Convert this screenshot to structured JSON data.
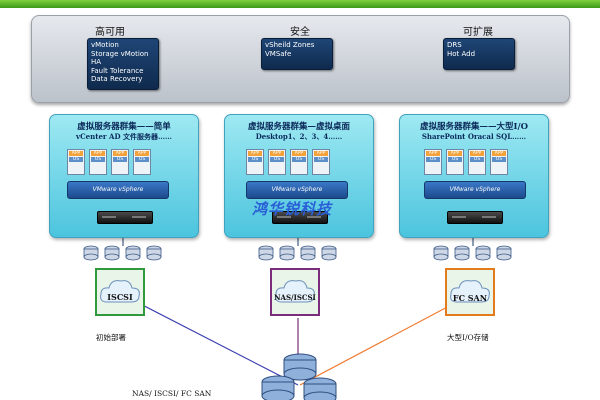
{
  "capabilities": [
    {
      "title": "高可用",
      "items": [
        "vMotion",
        "Storage vMotion",
        "HA",
        "Fault Tolerance",
        "Data Recovery"
      ]
    },
    {
      "title": "安全",
      "items": [
        "vSheild Zones",
        "VMSafe"
      ]
    },
    {
      "title": "可扩展",
      "items": [
        "DRS",
        "Hot Add"
      ]
    }
  ],
  "clusters": [
    {
      "title": "虚拟服务器群集——简单",
      "subtitle": "vCenter  AD  文件服务器……",
      "platform": "VMware vSphere",
      "vm_app": "APP",
      "vm_os": "OS"
    },
    {
      "title": "虚拟服务器群集—虚拟桌面",
      "subtitle": "Desktop1、2、3、4……",
      "platform": "VMware vSphere",
      "vm_app": "APP",
      "vm_os": "OS"
    },
    {
      "title": "虚拟服务器群集——大型I/O",
      "subtitle": "SharePoint  Oracal  SQL……",
      "platform": "VMware vSphere",
      "vm_app": "APP",
      "vm_os": "OS"
    }
  ],
  "storage": [
    {
      "label": "ISCSI",
      "border_color": "#2e9a3a"
    },
    {
      "label": "NAS/ISCSI",
      "border_color": "#7a2d7a"
    },
    {
      "label": "FC SAN",
      "border_color": "#e37b1c"
    }
  ],
  "notes": {
    "left": "初始部署",
    "right": "大型I/O存储",
    "bottom": "NAS/ ISCSI/ FC SAN"
  },
  "watermark": "鸿华锐科技",
  "colors": {
    "link_left": "#3b3fb0",
    "link_right": "#f07a2e",
    "cluster_bg": "#6fd2e6",
    "panel_bg": "#cfd4da"
  }
}
